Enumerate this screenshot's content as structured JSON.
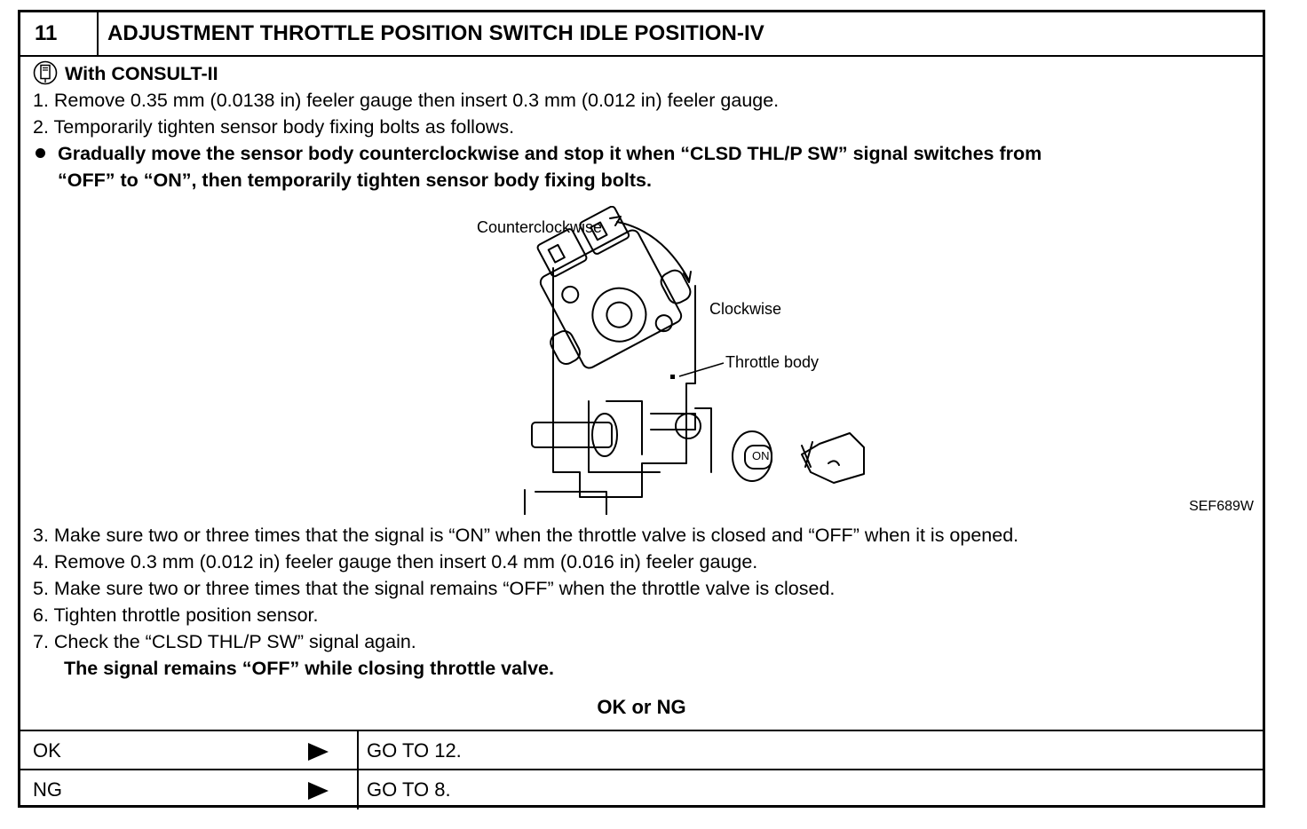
{
  "header": {
    "step_number": "11",
    "title": "ADJUSTMENT THROTTLE POSITION SWITCH IDLE POSITION-IV"
  },
  "content": {
    "consult_label": "With CONSULT-II",
    "step1": "1.  Remove 0.35 mm (0.0138 in) feeler gauge then insert 0.3 mm (0.012 in) feeler gauge.",
    "step2": "2.  Temporarily tighten sensor body fixing bolts as follows.",
    "bullet_line1": "Gradually move the sensor body counterclockwise and stop it when “CLSD THL/P SW” signal switches from",
    "bullet_line2": "“OFF” to “ON”, then temporarily tighten sensor body fixing bolts.",
    "step3": "3.  Make sure two or three times that the signal is “ON” when the throttle valve is closed and “OFF” when it is opened.",
    "step4": "4.  Remove 0.3 mm (0.012 in) feeler gauge then insert 0.4 mm (0.016 in) feeler gauge.",
    "step5": "5.  Make sure two or three times that the signal remains “OFF” when the throttle valve is closed.",
    "step6": "6.  Tighten throttle position sensor.",
    "step7": "7.  Check the “CLSD THL/P SW” signal again.",
    "step7_note": "The signal remains “OFF” while closing throttle valve."
  },
  "figure": {
    "label_counterclockwise": "Counterclockwise",
    "label_clockwise": "Clockwise",
    "label_throttle_body": "Throttle  body",
    "key_text": "ON",
    "figure_code": "SEF689W"
  },
  "result": {
    "question": "OK or NG",
    "rows": [
      {
        "label": "OK",
        "action": "GO TO 12."
      },
      {
        "label": "NG",
        "action": "GO TO 8."
      }
    ]
  }
}
